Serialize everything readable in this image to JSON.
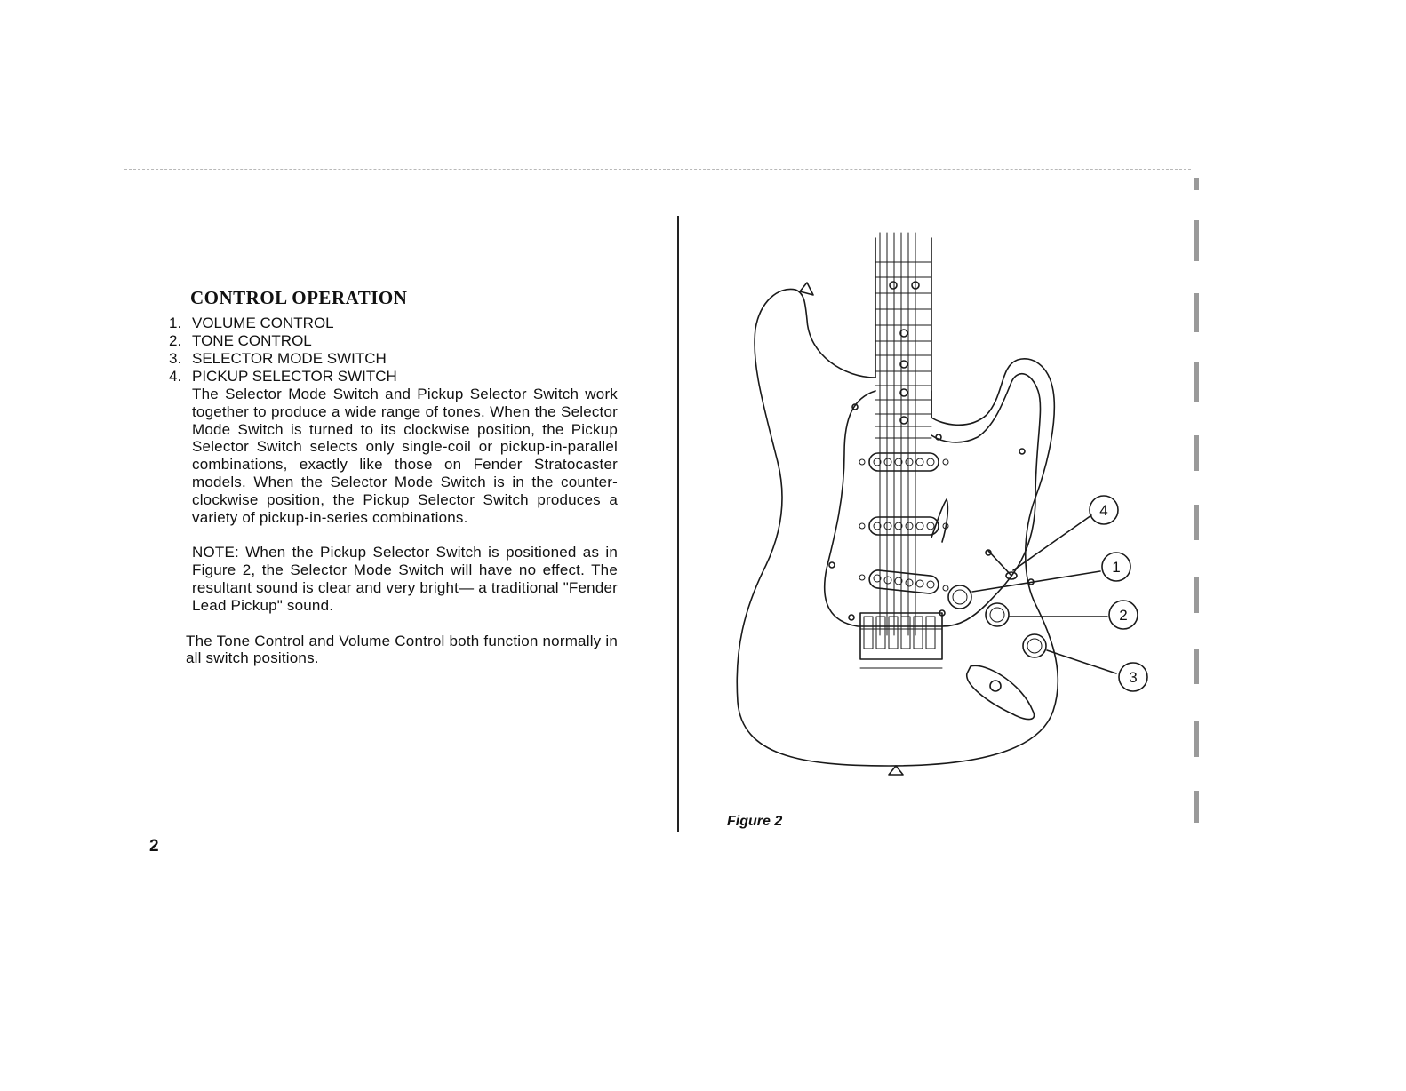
{
  "heading": "CONTROL OPERATION",
  "list_items": [
    {
      "num": "1.",
      "text": "VOLUME CONTROL"
    },
    {
      "num": "2.",
      "text": "TONE CONTROL"
    },
    {
      "num": "3.",
      "text": "SELECTOR MODE SWITCH"
    },
    {
      "num": "4.",
      "text": "PICKUP SELECTOR SWITCH"
    }
  ],
  "paragraph_1": "The Selector Mode Switch and Pickup Selector Switch work together to produce a wide range of tones. When the Selector Mode Switch is turned to its clockwise position, the Pickup Selector Switch selects only single-coil or pickup-in-parallel combinations, exactly like those on Fender Stratocaster models. When the Selector Mode Switch is in the counter-clockwise position, the Pickup Selector Switch produces a variety of pickup-in-series combinations.",
  "paragraph_2": "NOTE: When the Pickup Selector Switch is positioned as in Figure 2, the Selector Mode Switch will have no effect. The resultant sound is clear and very bright— a traditional \"Fender Lead Pickup\" sound.",
  "paragraph_3": "The Tone Control and Volume Control both function normally in all switch positions.",
  "page_number": "2",
  "figure_caption": "Figure 2",
  "callouts": {
    "c1": "1",
    "c2": "2",
    "c3": "3",
    "c4": "4"
  }
}
